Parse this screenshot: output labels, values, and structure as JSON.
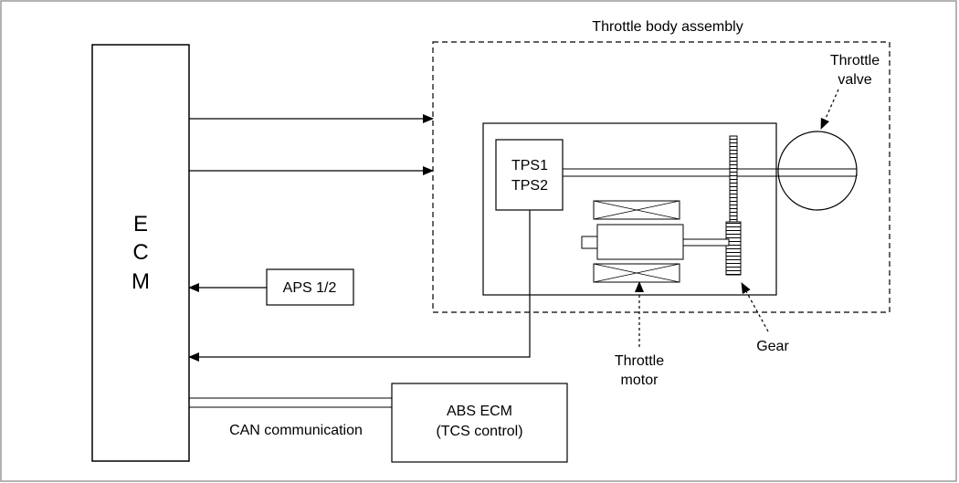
{
  "diagram": {
    "title": "Throttle body assembly",
    "ecm_label": [
      "E",
      "C",
      "M"
    ],
    "throttle_valve_label": [
      "Throttle",
      "valve"
    ],
    "tps_label": [
      "TPS1",
      "TPS2"
    ],
    "aps_label": "APS 1/2",
    "gear_label": "Gear",
    "throttle_motor_label": [
      "Throttle",
      "motor"
    ],
    "abs_ecm_label": [
      "ABS ECM",
      "(TCS control)"
    ],
    "can_label": "CAN communication"
  }
}
